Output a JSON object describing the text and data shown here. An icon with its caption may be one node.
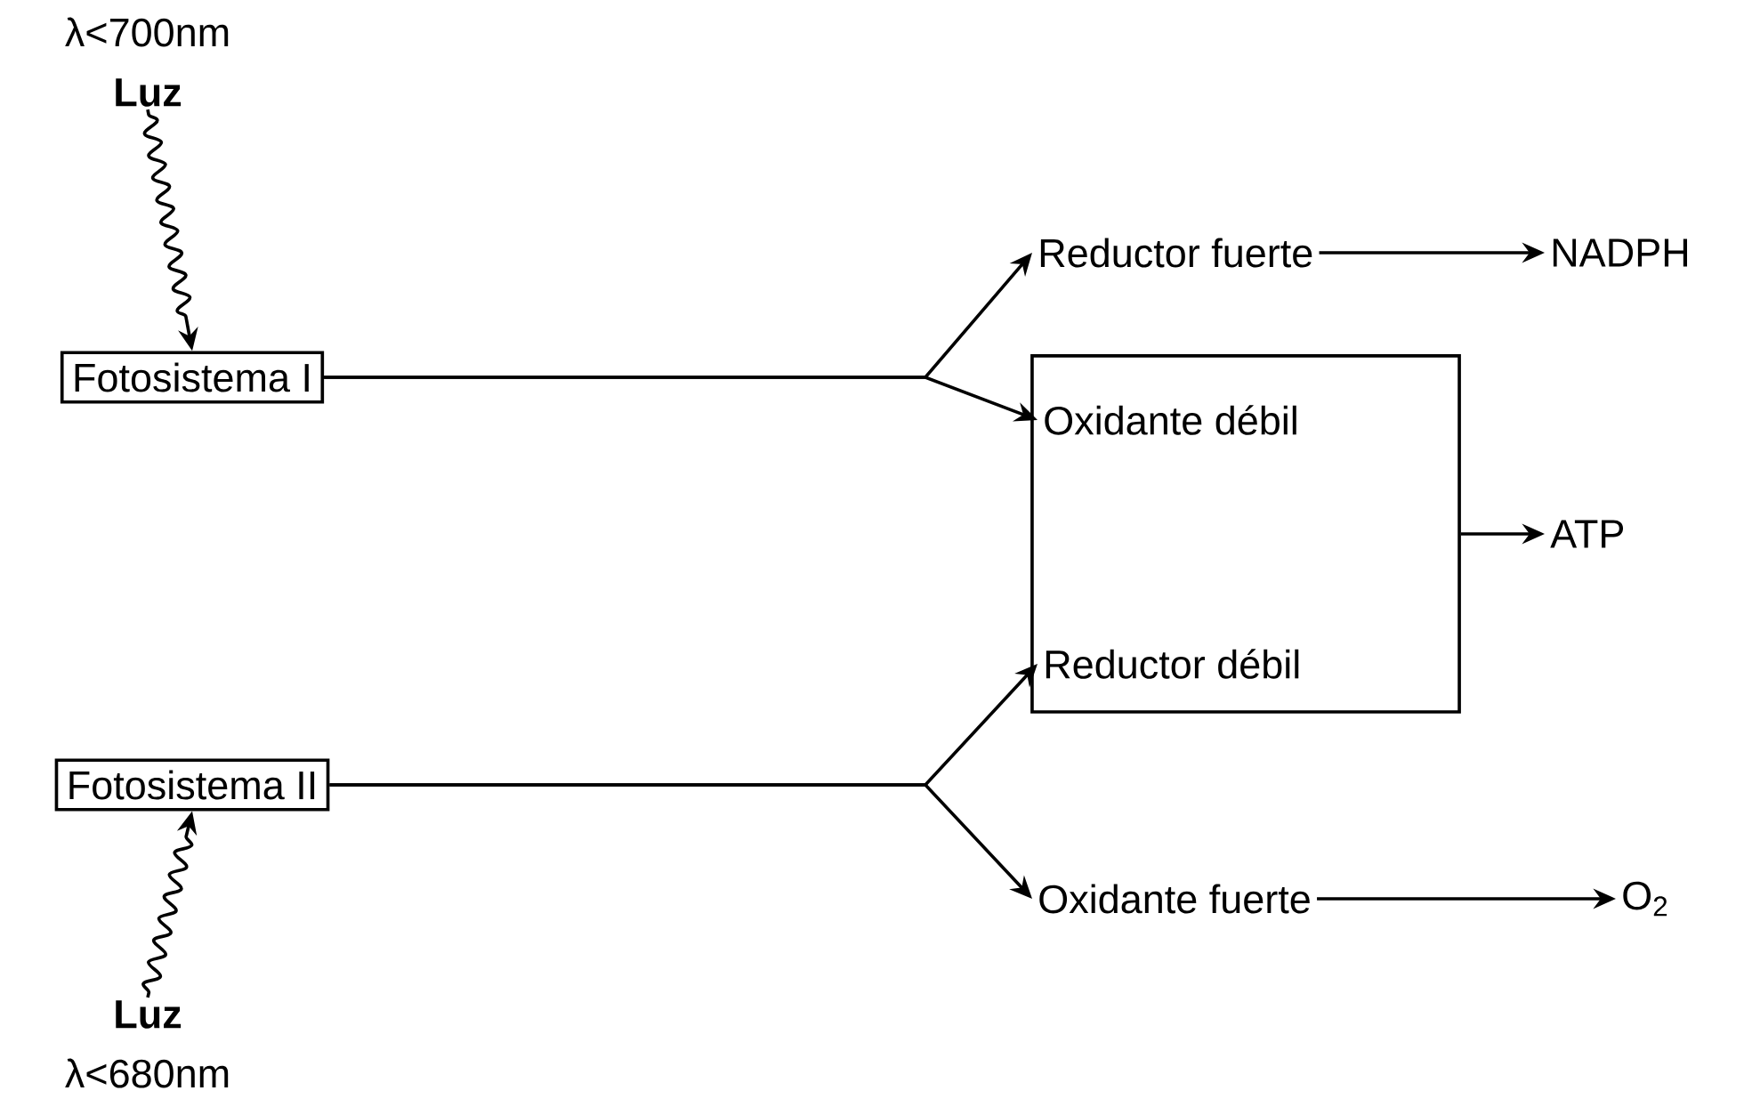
{
  "diagram": {
    "nodes": [
      {
        "text": [
          "Fotosistema I"
        ]
      },
      {
        "text": [
          "Fotosistema II"
        ]
      },
      {
        "text": [],
        "shape": "box"
      },
      {
        "text": [
          "Oxidante débil"
        ],
        "in": 2
      },
      {
        "text": [
          "Reductor débil"
        ],
        "in": 2
      },
      {
        "text": [
          "Reductor fuerte"
        ]
      },
      {
        "text": [
          "NADPH"
        ]
      },
      {
        "text": [
          "Oxidante fuerte"
        ]
      },
      {
        "text": [
          "O$_{2}$"
        ]
      },
      {
        "text": [
          "ATP"
        ]
      },
      {
        "text": [
          "Luz"
        ],
        "beside": [
          "λ<700nm"
        ]
      },
      {
        "text": [
          "Luz"
        ],
        "beside": [
          "λ<680nm"
        ]
      }
    ],
    "edges": [
      {
        "from": 10,
        "to": 0,
        "arrow": "to"
      },
      {
        "from": 0,
        "to": 5,
        "arrow": "to"
      },
      {
        "from": 0,
        "to": 3,
        "arrow": "to"
      },
      {
        "from": 1,
        "to": 4,
        "arrow": "to"
      },
      {
        "from": 1,
        "to": 7,
        "arrow": "to"
      },
      {
        "from": 5,
        "to": 6,
        "arrow": "to"
      },
      {
        "from": 7,
        "to": 8,
        "arrow": "to"
      },
      {
        "from": 2,
        "to": 9,
        "arrow": "to"
      },
      {
        "from": 11,
        "to": 1,
        "arrow": "to"
      }
    ]
  }
}
